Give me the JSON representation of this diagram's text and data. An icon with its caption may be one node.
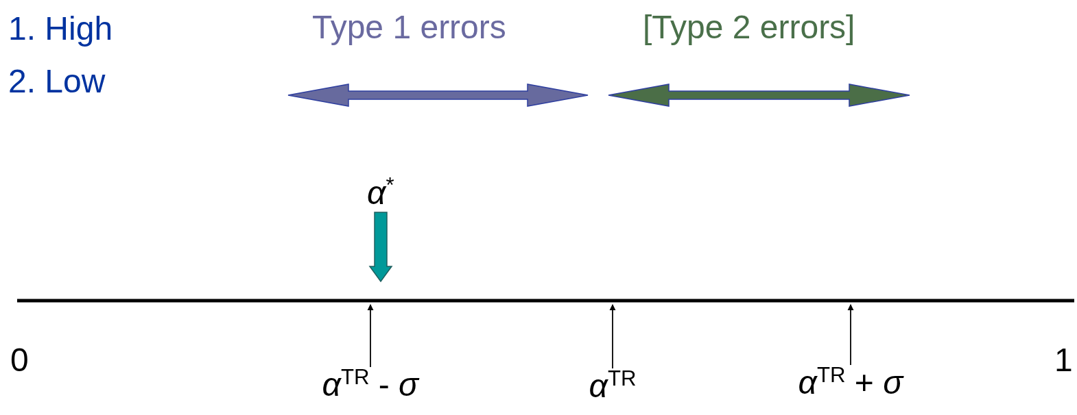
{
  "diagram": {
    "nodes": [
      {
        "text": [
          "*α*$^{*}$"
        ]
      },
      {
        "text": [
          "*α*$^{TR}$ - *σ*"
        ]
      },
      {
        "text": [
          "*α*$^{TR}$"
        ]
      },
      {
        "text": [
          "*α*$^{TR}$ + *σ*"
        ]
      }
    ],
    "edges": [
      {
        "from": 0,
        "to": null,
        "arrow": "to",
        "style": "thick",
        "color": "#009999"
      },
      {
        "from": 1,
        "to": null,
        "arrow": "to"
      },
      {
        "from": 2,
        "to": null,
        "arrow": "to"
      },
      {
        "from": 3,
        "to": null,
        "arrow": "to"
      }
    ],
    "labels": [
      "1. High",
      "2. Low",
      "Type 1 errors",
      "[Type 2 errors]",
      "0",
      "1"
    ]
  }
}
